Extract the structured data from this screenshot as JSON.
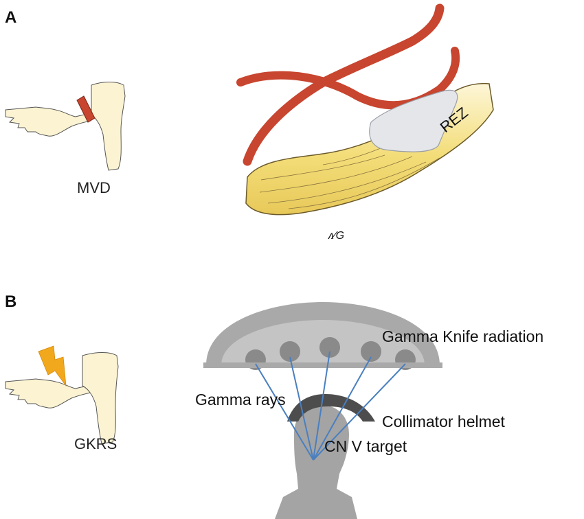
{
  "panels": {
    "a": {
      "letter": "A",
      "caption": "MVD",
      "rez_label": "REZ",
      "signature": "ʌ⁄G"
    },
    "b": {
      "letter": "B",
      "caption": "GKRS",
      "labels": {
        "gamma_knife": "Gamma Knife radiation",
        "gamma_rays": "Gamma rays",
        "collimator": "Collimator helmet",
        "target": "CN V target"
      }
    }
  },
  "colors": {
    "nerve_fill": "#fbf3d2",
    "nerve_yellow": "#f3dd78",
    "artery_red": "#c8452f",
    "plaque_grey": "#e4e6ea",
    "helmet_outer": "#a9a9a9",
    "helmet_inner": "#8a8a8a",
    "collimator_dark": "#4d4d4d",
    "head_grey": "#a4a4a4",
    "ray_blue": "#4a7fbf",
    "bolt_orange": "#f2a81c"
  }
}
